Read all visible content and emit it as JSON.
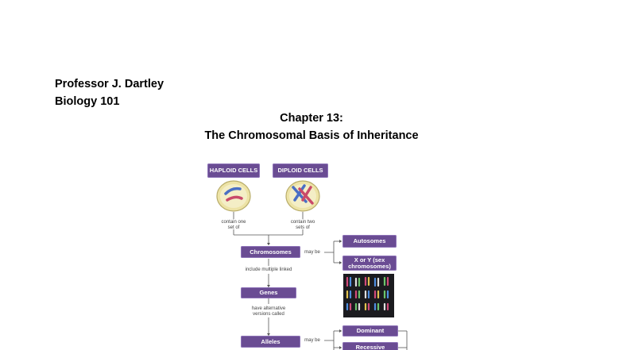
{
  "header": {
    "professor": "Professor J. Dartley",
    "course": "Biology 101"
  },
  "chapter": {
    "number": "Chapter 13:",
    "title": "The Chromosomal Basis of Inheritance"
  },
  "concept_map": {
    "haploid": "HAPLOID CELLS",
    "diploid": "DIPLOID CELLS",
    "contain_one": "contain one",
    "set_of": "set of",
    "contain_two": "contain two",
    "sets_of": "sets of",
    "chromosomes": "Chromosomes",
    "may_be_1": "may be",
    "autosomes": "Autosomes",
    "sex_line1": "X or Y (sex",
    "sex_line2": "chromosomes)",
    "include_multiple": "include multiple linked",
    "genes": "Genes",
    "have_alternative": "have alternative",
    "versions_called": "versions called",
    "alleles": "Alleles",
    "may_be_2": "may be",
    "dominant": "Dominant",
    "recessive": "Recessive"
  },
  "colors": {
    "node_fill": "#6a4c93",
    "dish_fill": "#ede3a6",
    "chromosome_blue": "#4a6fc4",
    "chromosome_red": "#c94a6a"
  }
}
